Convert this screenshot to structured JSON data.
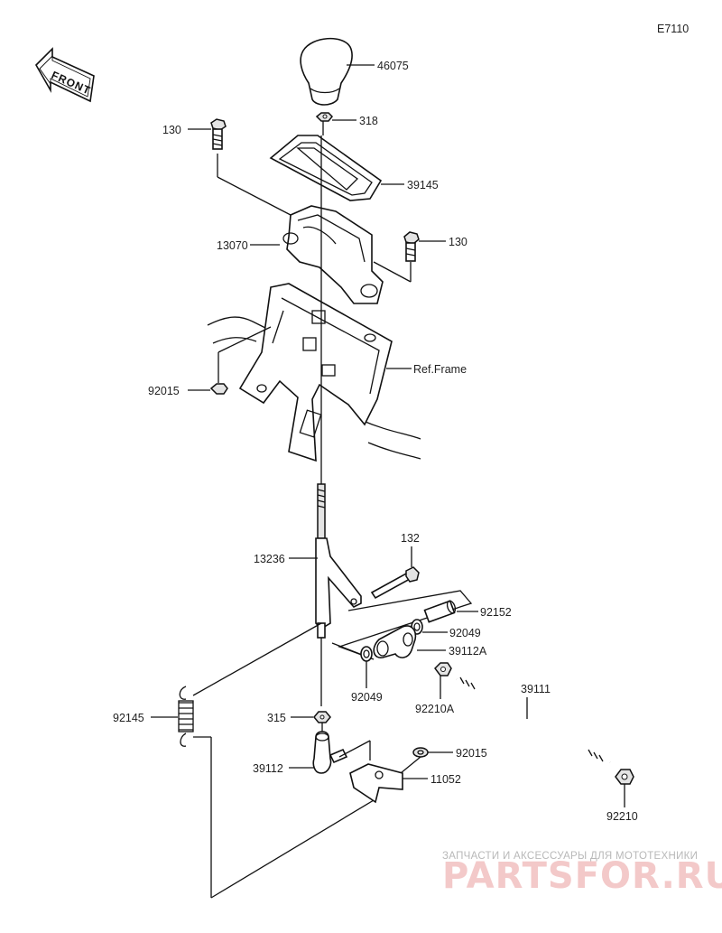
{
  "diagram_code": "E7110",
  "direction_label": "FRONT",
  "watermark": {
    "tagline": "ЗАПЧАСТИ И АКСЕССУАРЫ ДЛЯ МОТОТЕХНИКИ",
    "logo_text": "PARTSFOR.RU"
  },
  "callouts": {
    "knob": "46075",
    "nut_318": "318",
    "bolt_top_left": "130",
    "shift_plate": "39145",
    "bolt_top_right": "130",
    "shift_cover": "13070",
    "frame_ref": "Ref.Frame",
    "nut_left": "92015",
    "bolt_132": "132",
    "lever": "13236",
    "collar": "92152",
    "washer_right": "92049",
    "joint_a": "39112A",
    "washer_left": "92049",
    "nut_a": "92210A",
    "rod": "39111",
    "spring": "92145",
    "nut_315": "315",
    "joint": "39112",
    "nut_bracket": "92015",
    "bracket": "11052",
    "nut_rod": "92210"
  }
}
